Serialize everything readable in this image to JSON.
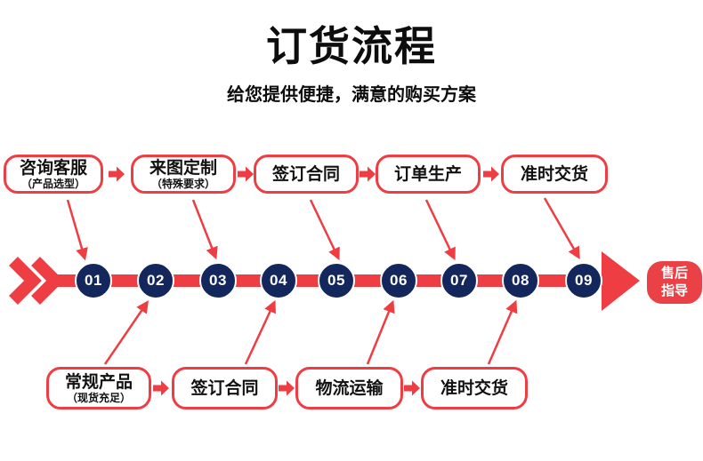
{
  "page": {
    "title": "订货流程",
    "subtitle": "给您提供便捷，满意的购买方案"
  },
  "colors": {
    "red_accent": "#ee3d43",
    "navy_circle": "#14275c",
    "badge_red": "#ea4147",
    "text": "#111111",
    "background": "#ffffff"
  },
  "timeline": {
    "steps": [
      "01",
      "02",
      "03",
      "04",
      "05",
      "06",
      "07",
      "08",
      "09"
    ],
    "end_badge": {
      "line1": "售后",
      "line2": "指导"
    }
  },
  "top_row": {
    "boxes": [
      {
        "title": "咨询客服",
        "subtitle": "（产品选型）"
      },
      {
        "title": "来图定制",
        "subtitle": "（特殊要求）"
      },
      {
        "title": "签订合同"
      },
      {
        "title": "订单生产"
      },
      {
        "title": "准时交货"
      }
    ]
  },
  "bottom_row": {
    "boxes": [
      {
        "title": "常规产品",
        "subtitle": "（现货充足）"
      },
      {
        "title": "签订合同"
      },
      {
        "title": "物流运输"
      },
      {
        "title": "准时交货"
      }
    ]
  }
}
